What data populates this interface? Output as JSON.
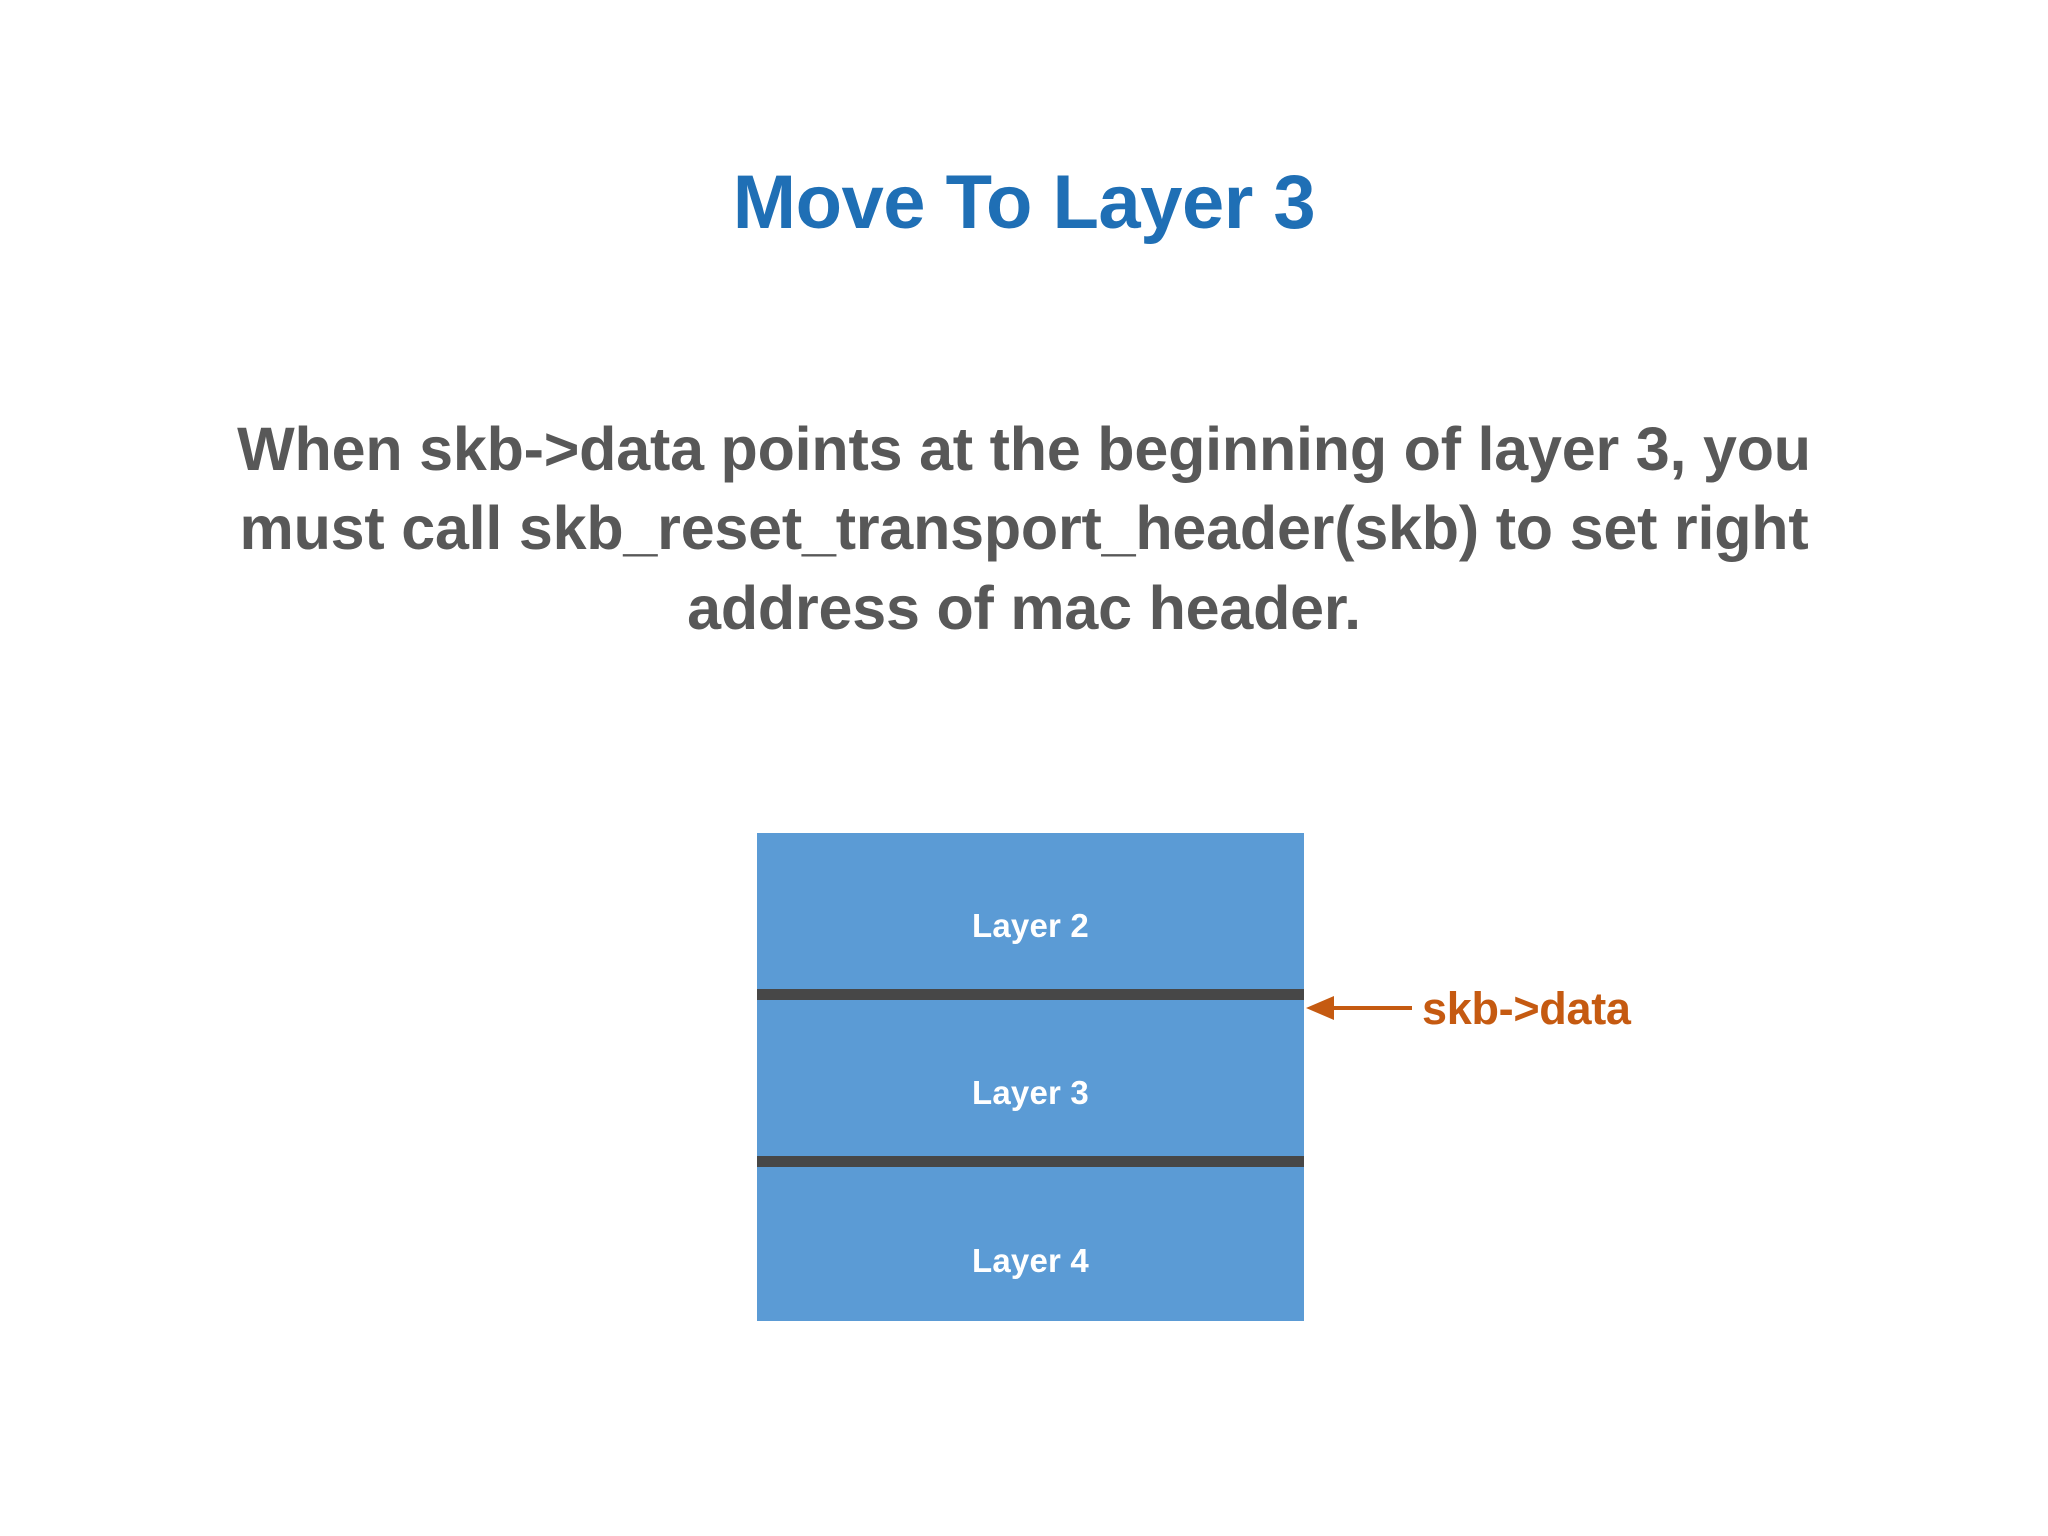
{
  "slide": {
    "title": "Move To Layer 3",
    "body_text": "When skb->data points at the beginning of layer 3, you must call skb_reset_transport_header(skb) to set right address of mac header.",
    "background_color": "#FFFFFF",
    "title_color": "#1F6FB5",
    "body_color": "#585858"
  },
  "diagram": {
    "box_fill_color": "#5B9BD5",
    "box_label_color": "#FFFFFF",
    "divider_color": "#474747",
    "layers": [
      {
        "label": "Layer 2"
      },
      {
        "label": "Layer 3"
      },
      {
        "label": "Layer 4"
      }
    ],
    "dividers": [
      {
        "name": "layer2-layer3-boundary"
      },
      {
        "name": "layer3-layer4-boundary"
      }
    ],
    "annotation": {
      "label": "skb->data",
      "color": "#C55A11",
      "arrow_direction": "left",
      "points_at": "layer2-layer3-boundary"
    }
  }
}
